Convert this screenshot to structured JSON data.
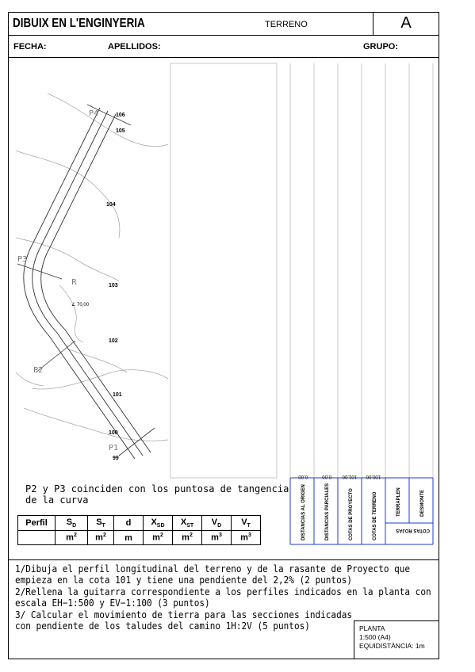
{
  "header": {
    "title": "DIBUIX EN L'ENGINYERIA",
    "subject": "TERRENO",
    "letter": "A",
    "fecha": "FECHA:",
    "apellidos": "APELLIDOS:",
    "grupo": "GRUPO:"
  },
  "plan": {
    "points": [
      "P4",
      "P3",
      "R",
      "P2",
      "P1"
    ],
    "radius_label": "∠ 70,00",
    "contours": [
      "106",
      "105",
      "104",
      "103",
      "102",
      "101",
      "100",
      "99"
    ]
  },
  "guitarra": {
    "columns": [
      "DISTANCIAS AL ORIGEN",
      "DISTANCIAS PARCIALES",
      "COTAS DE PROYECTO",
      "COTAS DE TERRENO",
      "TERRAPLEN",
      "DESMONTE"
    ],
    "bottom_label": "COTAS ROJAS",
    "values": [
      "0,00",
      "0,00",
      "101,00",
      "100,00"
    ]
  },
  "note": "P2 y P3 coinciden con los puntosa de tangencia de la curva",
  "table": {
    "headers": [
      "Perfil",
      "S",
      "S",
      "d",
      "X",
      "X",
      "V",
      "V"
    ],
    "subs": [
      "",
      "D",
      "T",
      "",
      "SD",
      "ST",
      "D",
      "T"
    ],
    "units": [
      "",
      "m",
      "m",
      "m",
      "m",
      "m",
      "m",
      "m"
    ],
    "unit_sup": [
      "",
      "2",
      "2",
      "",
      "2",
      "2",
      "3",
      "3"
    ]
  },
  "instructions": [
    "1/Dibuja el perfil longitudinal del terreno y de la rasante de Proyecto que",
    "empieza en la cota 101 y tiene una pendiente del 2,2% (2 puntos)",
    "2/Rellena la guitarra correspondiente a los perfiles indicados en la planta con",
    "escala EH−1:500 y EV−1:100 (3 puntos)",
    "3/ Calcular el movimiento de tierra para las secciones indicadas",
    "con pendiente de los taludes del camino 1H:2V (5 puntos)"
  ],
  "legend": {
    "line1": "PLANTA",
    "line2": "1:500 (A4)",
    "line3": "EQUIDISTÀNCIA: 1m"
  }
}
